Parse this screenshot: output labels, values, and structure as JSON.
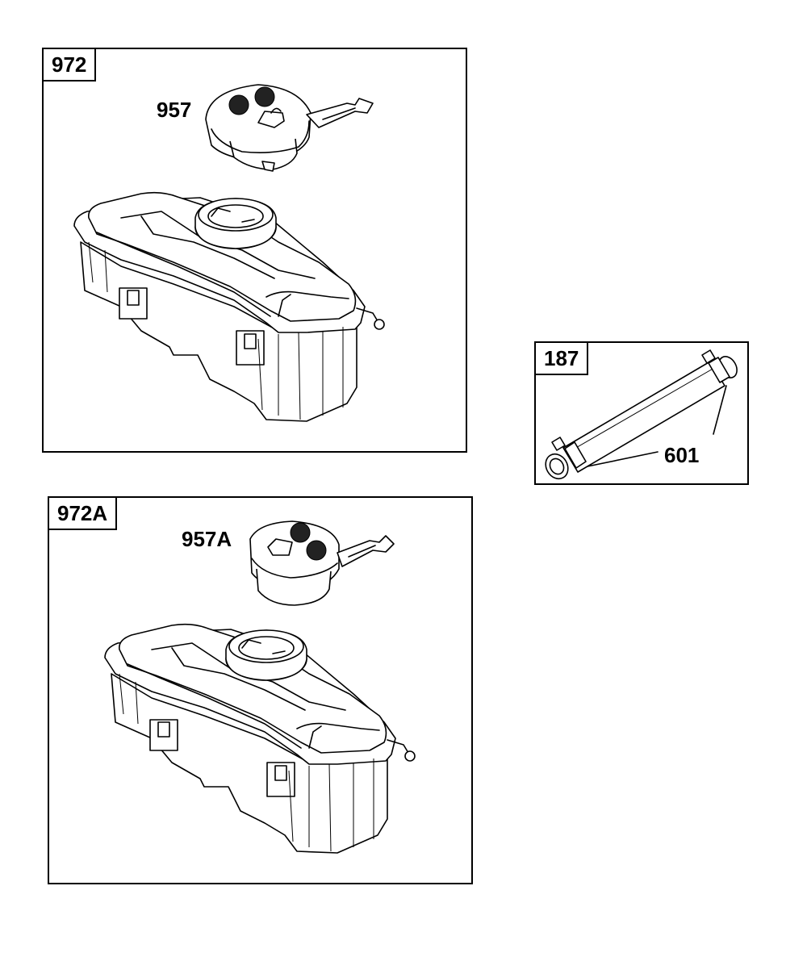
{
  "panels": [
    {
      "id": "972",
      "callouts": [
        "957"
      ]
    },
    {
      "id": "187",
      "callouts": [
        "601"
      ]
    },
    {
      "id": "972A",
      "callouts": [
        "957A"
      ]
    }
  ]
}
